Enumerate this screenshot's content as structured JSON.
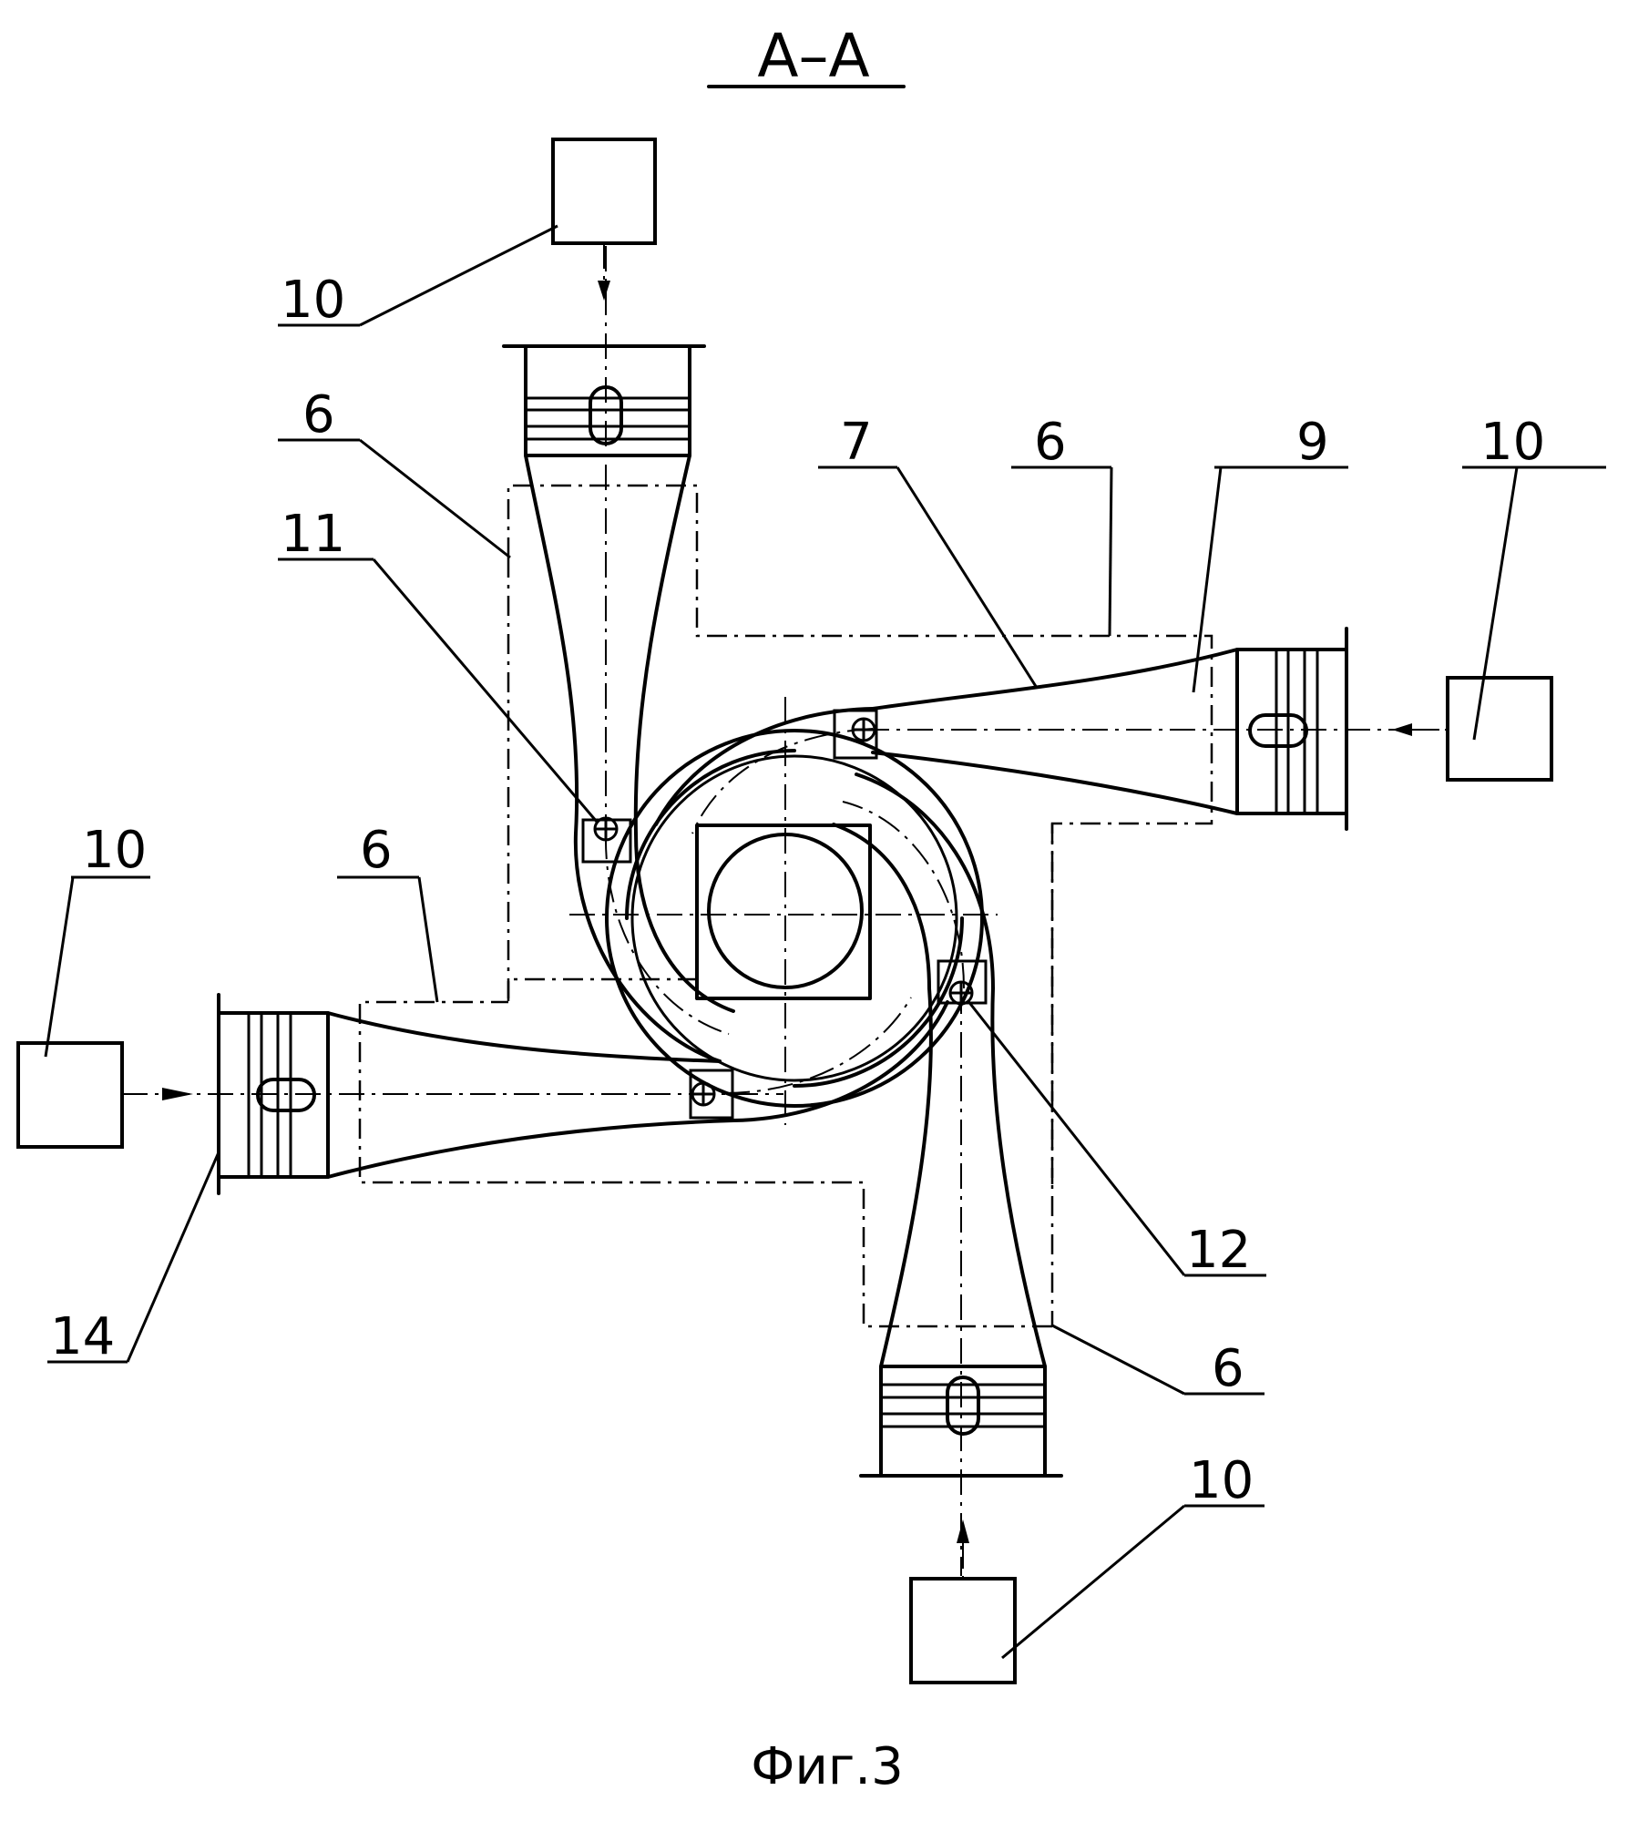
{
  "section_title": "А–А",
  "caption": "Фиг.3",
  "labels": [
    {
      "id": "label-10-top",
      "text": "10"
    },
    {
      "id": "label-6-top-left",
      "text": "6"
    },
    {
      "id": "label-11",
      "text": "11"
    },
    {
      "id": "label-7",
      "text": "7"
    },
    {
      "id": "label-6-top-right",
      "text": "6"
    },
    {
      "id": "label-9",
      "text": "9"
    },
    {
      "id": "label-10-right",
      "text": "10"
    },
    {
      "id": "label-10-left",
      "text": "10"
    },
    {
      "id": "label-6-left",
      "text": "6"
    },
    {
      "id": "label-12",
      "text": "12"
    },
    {
      "id": "label-14",
      "text": "14"
    },
    {
      "id": "label-6-bottom",
      "text": "6"
    },
    {
      "id": "label-10-bottom",
      "text": "10"
    }
  ]
}
